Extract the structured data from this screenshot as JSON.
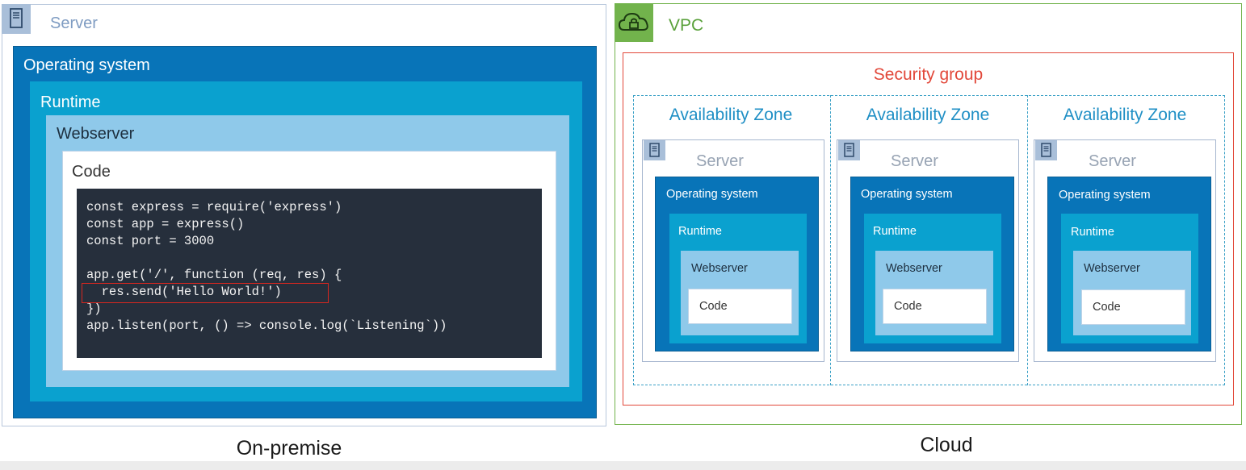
{
  "on_premise": {
    "server_label": "Server",
    "os_label": "Operating system",
    "runtime_label": "Runtime",
    "webserver_label": "Webserver",
    "code_label": "Code",
    "code_snippet": "const express = require('express')\nconst app = express()\nconst port = 3000\n\napp.get('/', function (req, res) {\n  res.send('Hello World!')\n})\napp.listen(port, () => console.log(`Listening`))",
    "highlighted_line": "res.send('Hello World!')",
    "caption": "On-premise"
  },
  "cloud": {
    "vpc_label": "VPC",
    "security_group_label": "Security group",
    "zones": [
      {
        "az_label": "Availability Zone",
        "server_label": "Server",
        "os_label": "Operating system",
        "runtime_label": "Runtime",
        "webserver_label": "Webserver",
        "code_label": "Code"
      },
      {
        "az_label": "Availability Zone",
        "server_label": "Server",
        "os_label": "Operating system",
        "runtime_label": "Runtime",
        "webserver_label": "Webserver",
        "code_label": "Code"
      },
      {
        "az_label": "Availability Zone",
        "server_label": "Server",
        "os_label": "Operating system",
        "runtime_label": "Runtime",
        "webserver_label": "Webserver",
        "code_label": "Code"
      }
    ],
    "caption": "Cloud"
  },
  "icons": {
    "server": "server-icon",
    "vpc": "cloud-lock-icon"
  },
  "colors": {
    "os_blue": "#0874b8",
    "runtime_blue": "#0aa1cf",
    "webserver_blue": "#8fc9ea",
    "code_bg": "#262f3c",
    "vpc_green": "#72b34c",
    "security_red": "#e2483a",
    "az_blue": "#3aa0c6"
  }
}
